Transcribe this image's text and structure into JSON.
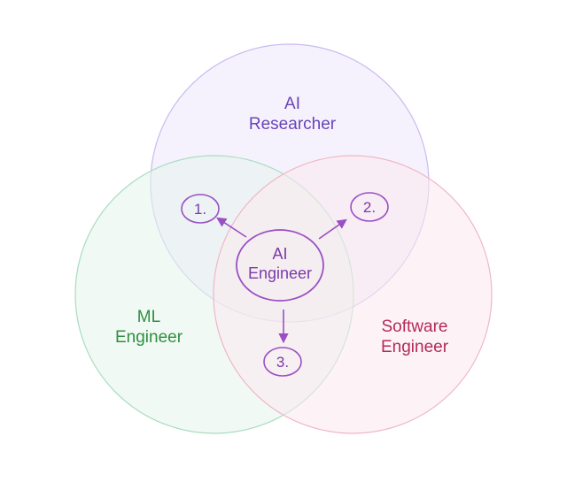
{
  "circles": {
    "researcher": {
      "line1": "AI",
      "line2": "Researcher",
      "fill": "#ede8fb",
      "stroke": "#c8bbef",
      "text_color": "#6a43b8"
    },
    "ml": {
      "line1": "ML",
      "line2": "Engineer",
      "fill": "#e6f4ec",
      "stroke": "#a9dcc0",
      "text_color": "#2f8f3f"
    },
    "software": {
      "line1": "Software",
      "line2": "Engineer",
      "fill": "#fbe9ef",
      "stroke": "#efb6c8",
      "text_color": "#b42a5a"
    }
  },
  "center": {
    "line1": "AI",
    "line2": "Engineer",
    "stroke": "#9a4fc4"
  },
  "markers": [
    {
      "label": "1."
    },
    {
      "label": "2."
    },
    {
      "label": "3."
    }
  ],
  "accent": "#9a4fc4"
}
